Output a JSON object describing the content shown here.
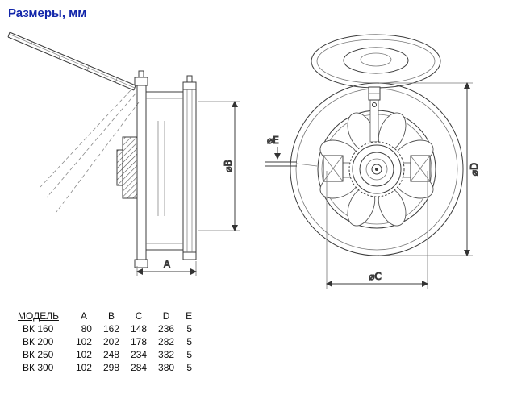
{
  "title": "Размеры, мм",
  "colors": {
    "accent_blue": "#1226aa",
    "line_dark": "#3c3c3c"
  },
  "drawing": {
    "labels": {
      "a": "A",
      "b": "⌀B",
      "c": "⌀C",
      "d": "⌀D",
      "e": "⌀E"
    }
  },
  "table": {
    "headers": [
      "МОДЕЛЬ",
      "A",
      "B",
      "C",
      "D",
      "E"
    ],
    "rows": [
      [
        "ВК 160",
        "80",
        "162",
        "148",
        "236",
        "5"
      ],
      [
        "ВК 200",
        "102",
        "202",
        "178",
        "282",
        "5"
      ],
      [
        "ВК 250",
        "102",
        "248",
        "234",
        "332",
        "5"
      ],
      [
        "ВК 300",
        "102",
        "298",
        "284",
        "380",
        "5"
      ]
    ]
  }
}
